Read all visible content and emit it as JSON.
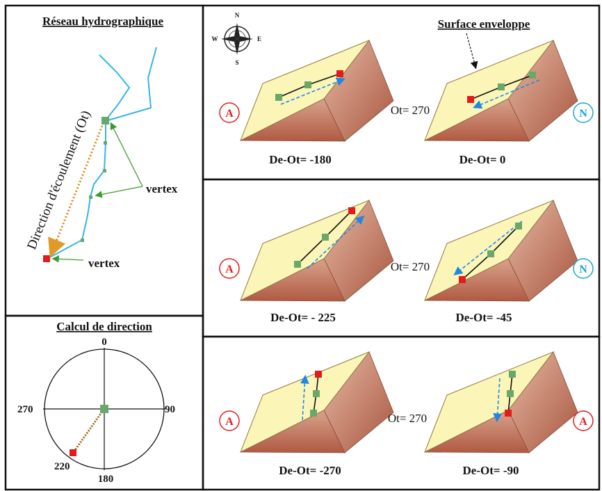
{
  "left_top": {
    "title": "Réseau hydrographique",
    "flow_label": "Direction d'écoulement (Ot)",
    "vertex_label_1": "vertex",
    "vertex_label_2": "vertex"
  },
  "left_bottom": {
    "title": "Calcul de direction",
    "n0": "0",
    "n90": "90",
    "n180": "180",
    "n270": "270",
    "n220": "220"
  },
  "compass": {
    "N": "N",
    "E": "E",
    "S": "S",
    "W": "W"
  },
  "surface_label": "Surface enveloppe",
  "rows": [
    {
      "ot": "Ot= 270",
      "left_badge": "A",
      "right_badge": "N",
      "left_caption": "De-Ot= -180",
      "right_caption": "De-Ot= 0"
    },
    {
      "ot": "Ot= 270",
      "left_badge": "A",
      "right_badge": "N",
      "left_caption": "De-Ot= - 225",
      "right_caption": "De-Ot= -45"
    },
    {
      "ot": "Ot= 270",
      "left_badge": "A",
      "right_badge": "A",
      "left_caption": "De-Ot= -270",
      "right_caption": "De-Ot= -90"
    }
  ],
  "colors": {
    "stream": "#33b5e5",
    "vertex_green": "#6aa86a",
    "vertex_red": "#e31b1b",
    "flow_orange": "#d98a1a",
    "blue_arrow": "#1e88e5",
    "badge_A": "#e31b1b",
    "badge_N": "#1aa6c9",
    "block_top": "#fbf5b8",
    "block_side": "#c2826e"
  }
}
